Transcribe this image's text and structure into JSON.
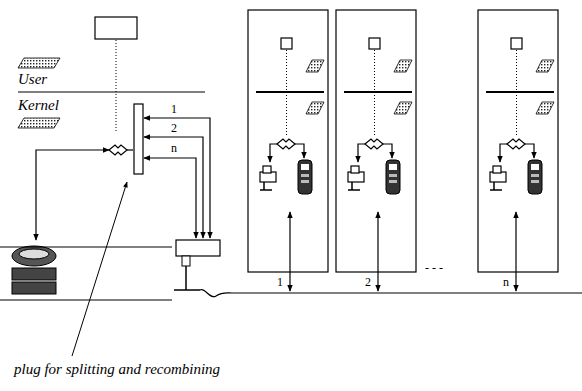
{
  "diagram": {
    "labels": [
      "User",
      "Kernel",
      "1",
      "2",
      "n",
      "1",
      "2",
      "- - -",
      "n",
      "plug for splitting and recombining"
    ]
  }
}
